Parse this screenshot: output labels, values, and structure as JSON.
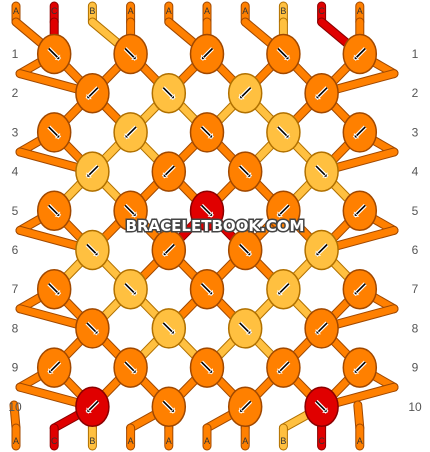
{
  "colors": {
    "A": "#ff8000",
    "B": "#ffc040",
    "C": "#e00000"
  },
  "strands_top": [
    "A",
    "C",
    "B",
    "A",
    "A",
    "A",
    "A",
    "B",
    "C",
    "A"
  ],
  "strands_bottom": [
    "A",
    "C",
    "B",
    "A",
    "A",
    "A",
    "A",
    "B",
    "C",
    "A"
  ],
  "row_labels": [
    "1",
    "2",
    "3",
    "4",
    "5",
    "6",
    "7",
    "8",
    "9",
    "10"
  ],
  "watermark": "BRACELETBOOK.COM",
  "knots": [
    [
      "A:f",
      "A:f",
      "A:b",
      "A:f",
      "A:b"
    ],
    [
      "A:b",
      "B:f",
      "B:b",
      "A:b"
    ],
    [
      "A:f",
      "B:b",
      "A:f",
      "B:f",
      "A:b"
    ],
    [
      "B:b",
      "A:b",
      "A:f",
      "B:f"
    ],
    [
      "A:f",
      "A:f",
      "C:f",
      "A:b",
      "A:b"
    ],
    [
      "B:f",
      "A:b",
      "A:f",
      "B:b"
    ],
    [
      "A:f",
      "B:f",
      "A:f",
      "B:b",
      "A:b"
    ],
    [
      "A:f",
      "B:f",
      "B:f",
      "A:b"
    ],
    [
      "A:b",
      "A:f",
      "A:f",
      "A:b",
      "A:b"
    ],
    [
      "C:b",
      "A:f",
      "A:b",
      "C:f"
    ]
  ]
}
